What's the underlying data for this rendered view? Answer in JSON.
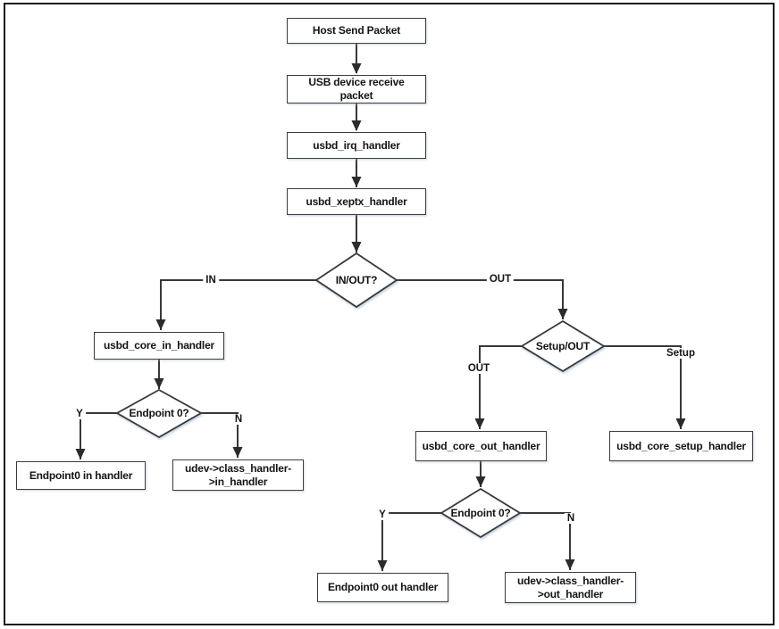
{
  "palette": {
    "ink": "#2f2f2f",
    "background": "#ffffff",
    "diamond_shadow": "#b9cde4"
  },
  "nodes": {
    "host_send": {
      "label": "Host Send Packet"
    },
    "usb_receive": {
      "label": "USB device receive\npacket"
    },
    "irq": {
      "label": "usbd_irq_handler"
    },
    "xeptx": {
      "label": "usbd_xeptx_handler"
    },
    "decision_in_out": {
      "label": "IN/OUT?"
    },
    "core_in": {
      "label": "usbd_core_in_handler"
    },
    "decision_ep0_in": {
      "label": "Endpoint 0?"
    },
    "ep0_in": {
      "label": "Endpoint0 in handler"
    },
    "udev_in": {
      "label": "udev->class_handler-\n>in_handler"
    },
    "decision_setup_out": {
      "label": "Setup/OUT"
    },
    "core_out": {
      "label": "usbd_core_out_handler"
    },
    "core_setup": {
      "label": "usbd_core_setup_handler"
    },
    "decision_ep0_out": {
      "label": "Endpoint 0?"
    },
    "ep0_out": {
      "label": "Endpoint0 out handler"
    },
    "udev_out": {
      "label": "udev->class_handler-\n>out_handler"
    }
  },
  "edge_labels": {
    "in": "IN",
    "out": "OUT",
    "out2": "OUT",
    "setup": "Setup",
    "y1": "Y",
    "n1": "N",
    "y2": "Y",
    "n2": "N"
  }
}
